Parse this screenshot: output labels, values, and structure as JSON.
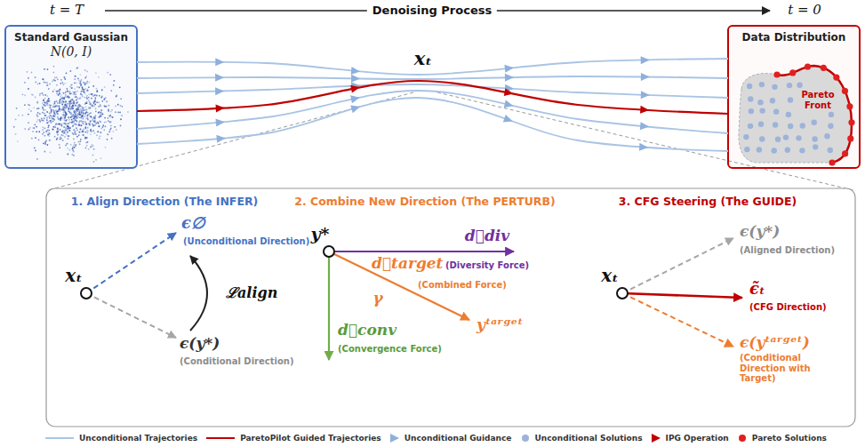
{
  "diagram": {
    "nodes": [
      {
        "text": [
          "Standard Gaussian",
          "N(0, I)"
        ]
      },
      {
        "text": [
          "Data Distribution"
        ]
      },
      {
        "text": [
          "xₜ"
        ]
      },
      {
        "text": [
          "y*"
        ]
      },
      {
        "text": [
          "xₜ"
        ]
      }
    ],
    "edges": [
      {
        "from": 0,
        "to": 1,
        "arrow": "none"
      },
      {
        "from": 0,
        "to": 1,
        "arrow": "none"
      },
      {
        "from": 0,
        "to": 1,
        "arrow": "none"
      },
      {
        "from": 0,
        "to": 1,
        "arrow": "none"
      },
      {
        "from": 0,
        "to": 1,
        "arrow": "none"
      },
      {
        "from": 0,
        "to": 1,
        "arrow": "none"
      }
    ],
    "labels": [
      "t = T",
      "Denoising Process",
      "t = 0",
      "xₜ",
      "Pareto Front",
      "1. Align Direction (The INFER)",
      "ϵ∅",
      "(Unconditional Direction)",
      "ℒalign",
      "ϵ(y*)",
      "(Conditional Direction)",
      "2. Combine New Direction (The PERTURB)",
      "d⃗div",
      "(Diversity Force)",
      "d⃗target",
      "(Combined Force)",
      "γ",
      "d⃗conv",
      "(Convergence Force)",
      "yᵗᵃʳᵍᵉᵗ",
      "3. CFG Steering (The GUIDE)",
      "ϵ(y*)",
      "(Aligned Direction)",
      "ϵ̃ₜ",
      "(CFG Direction)",
      "ϵ(yᵗᵃʳᵍᵉᵗ)",
      "(Conditional Direction with Target)"
    ],
    "legend": [
      {
        "text": "Unconditional Trajectories"
      },
      {
        "text": "ParetoPilot Guided Trajectories"
      },
      {
        "text": "Unconditional Guidance"
      },
      {
        "text": "Unconditional Solutions"
      },
      {
        "text": "IPG Operation"
      },
      {
        "text": "Pareto Solutions"
      }
    ]
  }
}
